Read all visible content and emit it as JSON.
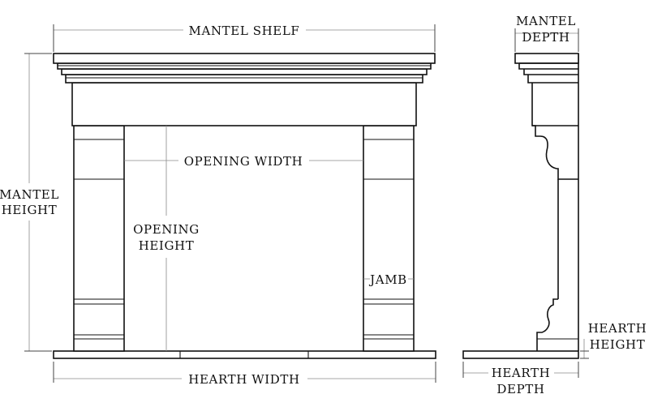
{
  "labels": {
    "mantel_shelf": "MANTEL SHELF",
    "mantel_height_line1": "MANTEL",
    "mantel_height_line2": "HEIGHT",
    "opening_width": "OPENING WIDTH",
    "opening_height_line1": "OPENING",
    "opening_height_line2": "HEIGHT",
    "jamb": "JAMB",
    "hearth_width": "HEARTH WIDTH",
    "mantel_depth_line1": "MANTEL",
    "mantel_depth_line2": "DEPTH",
    "hearth_height_line1": "HEARTH",
    "hearth_height_line2": "HEIGHT",
    "hearth_depth_line1": "HEARTH",
    "hearth_depth_line2": "DEPTH"
  },
  "colors": {
    "line": "#111111",
    "dimension_line": "#8a8a8a",
    "background": "#ffffff"
  }
}
